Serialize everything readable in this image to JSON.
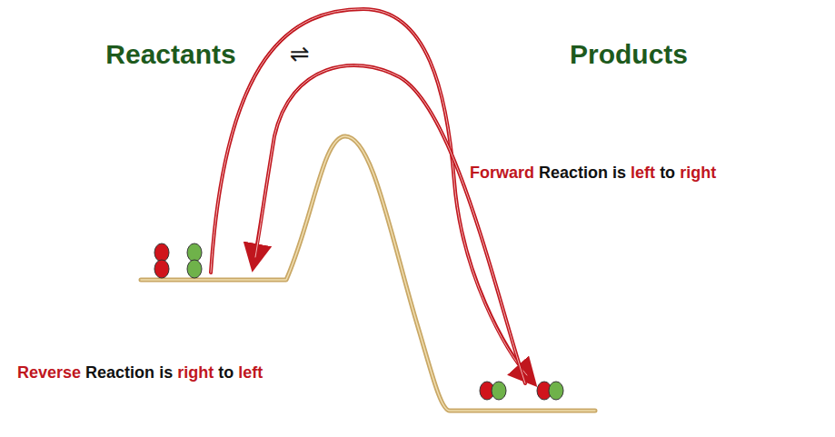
{
  "diagram": {
    "labels": [
      "Reactants",
      "⇌",
      "Products",
      "Forward Reaction is left to right",
      "Reverse Reaction is right to left"
    ]
  }
}
